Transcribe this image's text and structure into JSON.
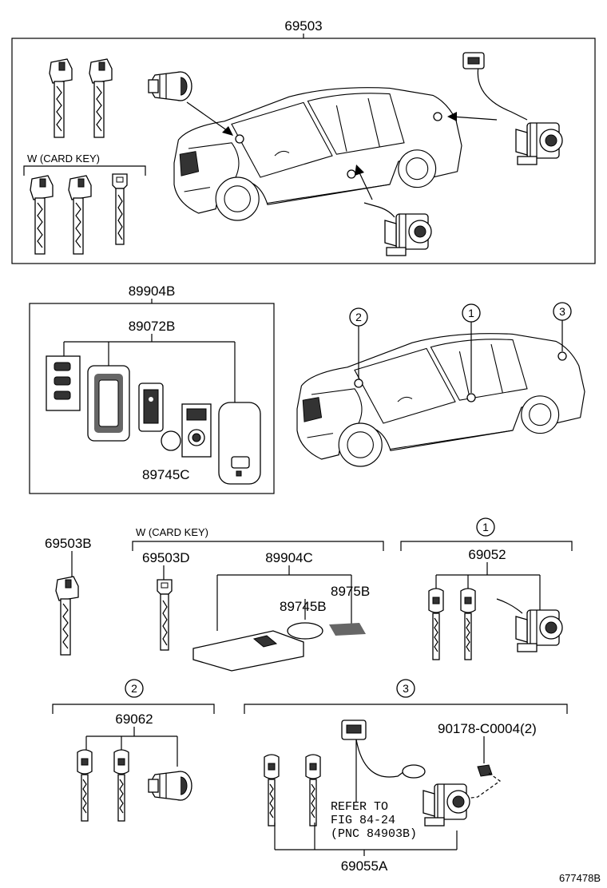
{
  "sections": {
    "top": {
      "part_number": "69503",
      "card_key_label": "W (CARD KEY)"
    },
    "remote": {
      "part_number": "89904B",
      "sub_part": "89072B",
      "battery": "89745C"
    },
    "locations": {
      "marker_1": "1",
      "marker_2": "2",
      "marker_3": "3"
    },
    "single_key": {
      "part_number": "69503B"
    },
    "card_key_group": {
      "label": "W (CARD KEY)",
      "emergency_key": "69503D",
      "card": "89904C",
      "battery": "89745B",
      "sticker": "8975B"
    },
    "group_1": {
      "marker": "1",
      "part_number": "69052"
    },
    "group_2": {
      "marker": "2",
      "part_number": "69062"
    },
    "group_3": {
      "marker": "3",
      "part_number": "69055A",
      "bolt": "90178-C0004(2)",
      "refer_line_1": "REFER TO",
      "refer_line_2": "FIG 84-24",
      "refer_line_3": "(PNC 84903B)"
    }
  },
  "figure_id": "677478B"
}
